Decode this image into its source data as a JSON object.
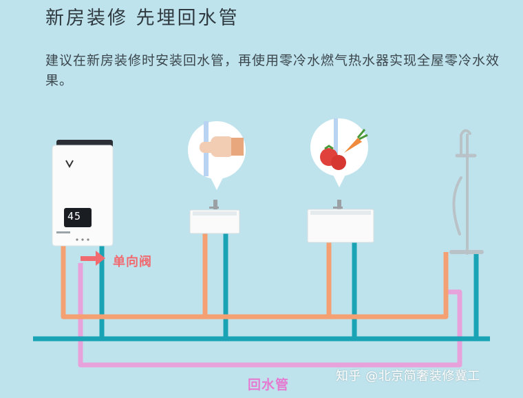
{
  "header": {
    "title": "新房装修  先埋回水管",
    "description": "建议在新房装修时安装回水管，再使用零冷水燃气热水器实现全屋零冷水效果。"
  },
  "heater": {
    "display_value": "45"
  },
  "labels": {
    "check_valve": "单向阀",
    "return_pipe": "回水管"
  },
  "watermark": "知乎 @北京简奢装修冀工",
  "colors": {
    "background": "#bfe3ed",
    "hot_pipe": "#f4a073",
    "cold_pipe": "#1aa3b5",
    "return_pipe": "#e8a2db",
    "check_valve_arrow": "#f06a70"
  },
  "icons": {
    "bubble_1": "washing-hands-icon",
    "bubble_2": "washing-vegetables-icon"
  }
}
